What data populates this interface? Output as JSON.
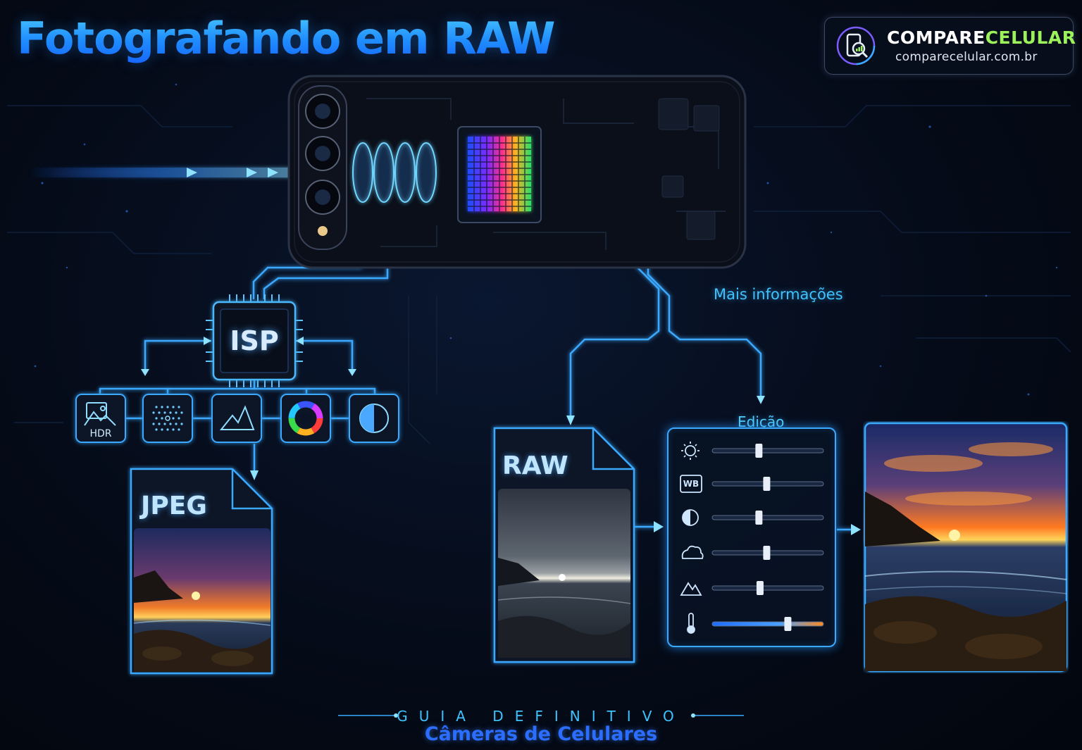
{
  "title": "Fotografando em RAW",
  "brand": {
    "name_a": "COMPARE",
    "name_b": "CELULAR",
    "url": "comparecelular.com.br"
  },
  "labels": {
    "isp": "ISP",
    "more_info": "Mais informações",
    "edit": "Edição"
  },
  "isp_tools": [
    {
      "icon": "hdr-icon",
      "label": "HDR"
    },
    {
      "icon": "noise-reduction-icon",
      "label": ""
    },
    {
      "icon": "sharpen-mountain-icon",
      "label": ""
    },
    {
      "icon": "color-wheel-icon",
      "label": ""
    },
    {
      "icon": "contrast-icon",
      "label": ""
    }
  ],
  "docs": {
    "jpeg": "JPEG",
    "raw": "RAW"
  },
  "edit_panel": {
    "sliders": [
      {
        "icon": "brightness-icon",
        "label": "",
        "value": 0.42
      },
      {
        "icon": "white-balance-icon",
        "label": "WB",
        "value": 0.49
      },
      {
        "icon": "contrast-icon",
        "label": "",
        "value": 0.42
      },
      {
        "icon": "cloud-icon",
        "label": "",
        "value": 0.49
      },
      {
        "icon": "mountain-icon",
        "label": "",
        "value": 0.43
      },
      {
        "icon": "temperature-icon",
        "label": "",
        "value": 0.68
      }
    ]
  },
  "footer": {
    "kicker": "GUIA DEFINITIVO",
    "subtitle": "Câmeras de Celulares"
  },
  "colors": {
    "accent": "#3aa9ff",
    "accent_bright": "#6fd6ff",
    "background": "#050b18",
    "brand_green": "#9cf25a"
  }
}
